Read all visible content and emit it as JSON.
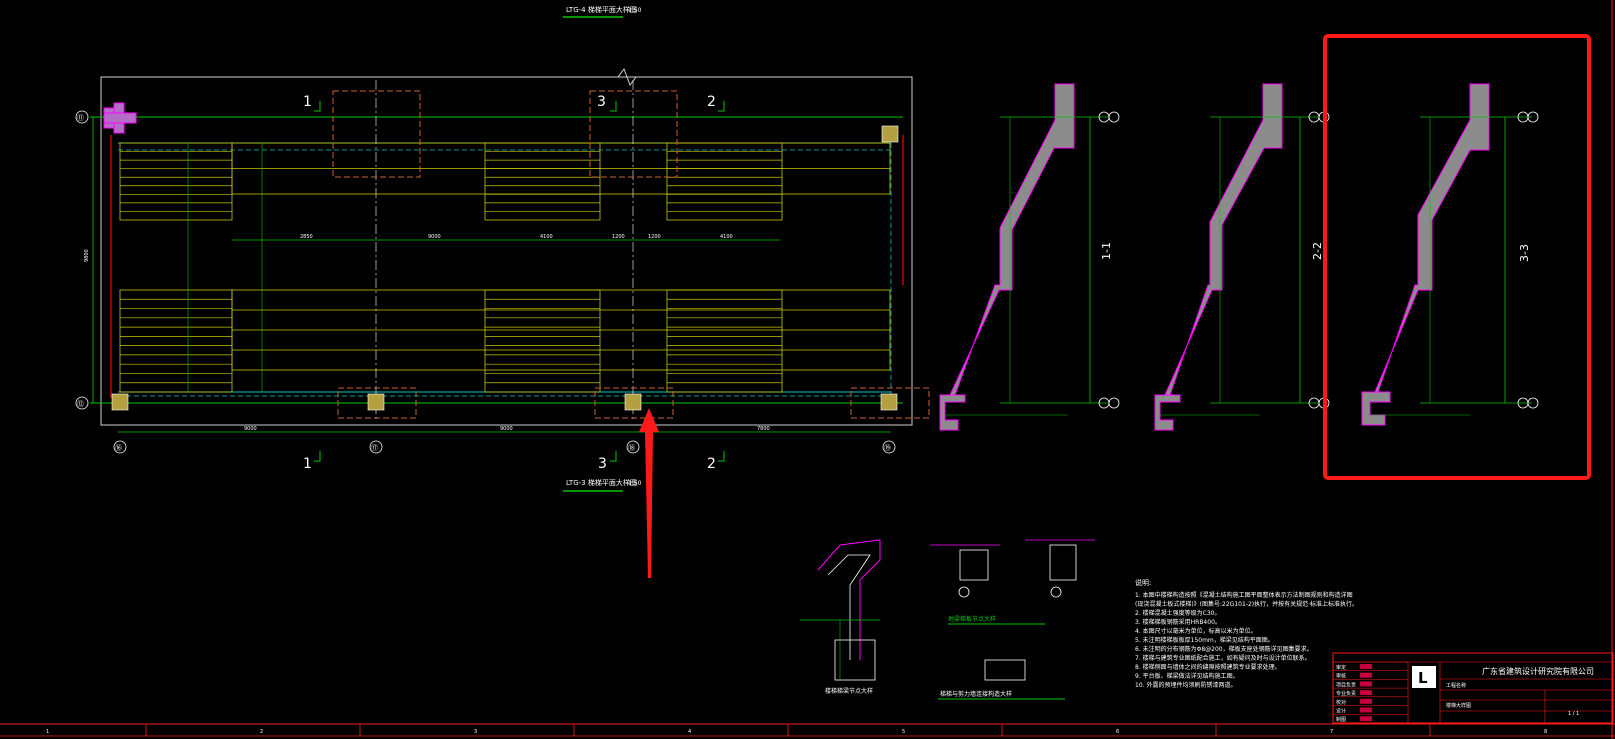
{
  "drawing": {
    "title_top": "LTG-4 梯梯平面大样图",
    "title_top_scale": "1:50",
    "title_bottom": "LTG-3 梯梯平面大样图",
    "title_bottom_scale": "1:50"
  },
  "plan": {
    "axis_left_top": "⑪",
    "axis_left_bottom": "⑫",
    "axis_bottom": [
      "⑯",
      "⑰",
      "⑱",
      "⑲"
    ],
    "section_marks": [
      "1",
      "3",
      "2"
    ],
    "dims_bottom": [
      "9000",
      "9000",
      "7800"
    ],
    "dims_mid": [
      "2850",
      "9000",
      "4100",
      "1200",
      "1200",
      "4100"
    ],
    "dim_left": "9800"
  },
  "sections": [
    {
      "label": "1-1"
    },
    {
      "label": "2-2"
    },
    {
      "label": "3-3"
    }
  ],
  "details": {
    "detail1_title": "楼梯梯梁节点大样",
    "detail2_title": "地梁梯板节点大样",
    "detail3_title": "梯梯与剪力墙连接构造大样"
  },
  "notes": {
    "heading": "说明:",
    "lines": [
      "1. 本图中楼梯构造按照《混凝土结构施工图平面整体表示方法制图规则和构造详图",
      "(现浇混凝土板式楼梯)》(图集号:22G101-2)执行，并按有关规范·标准上标准执行。",
      "2. 楼梯混凝土强度等级为C30。",
      "3. 楼梯梯板钢筋采用HRB400。",
      "4. 本图尺寸以毫米为单位，标高以米为单位。",
      "5. 未注明楼梯板板厚150mm，梯梁见结构平面图。",
      "6. 未注明的分布钢筋为Φ8@200，梯板支座处钢筋详见图集要求。",
      "7. 楼梯与建筑专业图纸配合施工，如有疑问及时与设计单位联系。",
      "8. 楼梯侧面与墙体之间的缝隙按照建筑专业要求处理。",
      "9. 平台板、梯梁做法详见结构施工图。",
      "10. 外露的预埋件均须刷防锈漆两道。"
    ]
  },
  "titleblock": {
    "company": "广东省建筑设计研究院有限公司",
    "logo": "L",
    "project": "工程名称",
    "drawing_name": "楼梯大样图",
    "sheet": "1 / 1",
    "rows": [
      "审定",
      "审核",
      "项目负责",
      "专业负责",
      "校对",
      "设计",
      "制图"
    ]
  },
  "bottom_ruler": [
    "1",
    "2",
    "3",
    "4",
    "5",
    "6",
    "7",
    "8"
  ],
  "colors": {
    "background": "#000000",
    "axis_green": "#00c800",
    "stair_yellow": "#c8c800",
    "cyan": "#00c8c8",
    "section_fill": "#8c8c8c",
    "magenta": "#ff00ff",
    "highlight_red": "#ff1a1a",
    "orange_dash": "#c86432",
    "white": "#ffffff"
  }
}
